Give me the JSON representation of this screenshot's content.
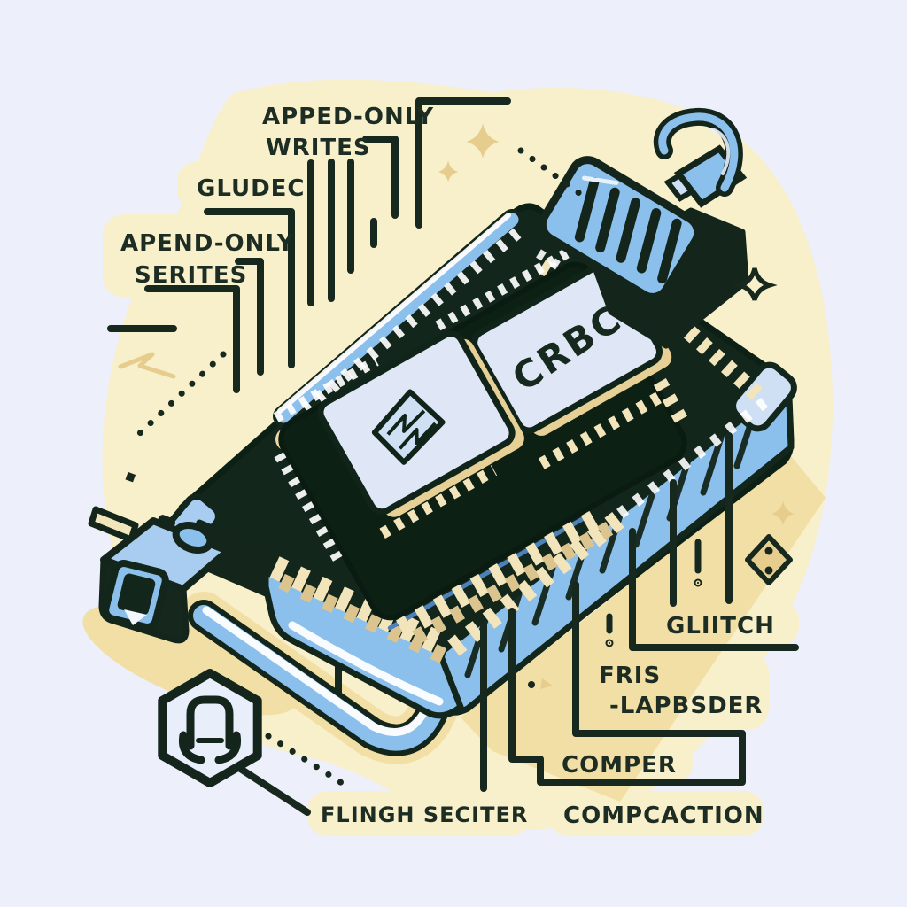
{
  "title": "Isometric circuit board diagram with callout labels",
  "labels": {
    "append_only_writes": {
      "line1": "APPED-ONLY",
      "line2": "WRITES"
    },
    "gludec": "GLUDEC",
    "apend_only_serites": {
      "line1": "APEND-ONLY",
      "line2": "SERITES"
    },
    "gliitch": "GLIITCH",
    "fris_lapbsder": {
      "line1": "FRIS",
      "line2": "-LAPBSDER"
    },
    "comper": "COMPER",
    "compcaction": "COMPCACTION",
    "flingh_seciter": "FLINGH SECITER"
  },
  "chip": {
    "marking": "CRBC"
  },
  "icons": {
    "feather_chip_icon": "feather-crest glyph on small chip",
    "hexagon_badge_icon": "hexagon badge with lock-head glyph",
    "cable_plug_icon": "blue striped cable plug with hook cable",
    "power_connector_icon": "dark connector plug with pin",
    "sparkle_icon": "four-point star sparkles",
    "lightning_doodle_icon": "gold zigzag doodle"
  },
  "colors": {
    "background": "#edeffb",
    "blob_cream": "#f8efcb",
    "gold_shadow": "#f1dfa6",
    "board_dark": "#13261b",
    "outline_dark": "#14261c",
    "blue_main": "#8cc0ec",
    "blue_light": "#cfe0f5",
    "panel_light": "#dfe7f6",
    "pin_cream": "#f3e5bb",
    "pin_gold": "#dcc48e",
    "text_dark": "#1d2d24",
    "sparkle_gold": "#e7cd8d"
  }
}
